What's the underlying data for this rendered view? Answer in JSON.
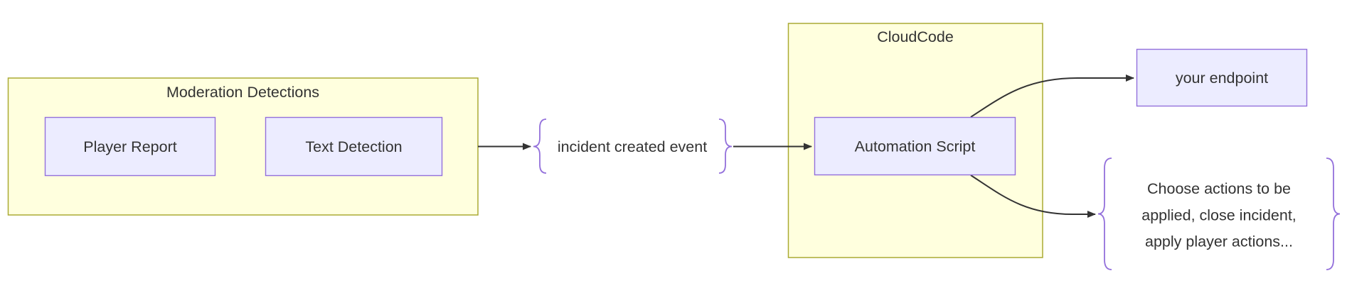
{
  "diagram": {
    "clusters": [
      {
        "id": "moderation-detections",
        "label": "Moderation Detections"
      },
      {
        "id": "cloudcode",
        "label": "CloudCode"
      }
    ],
    "nodes": [
      {
        "id": "player-report",
        "label": "Player Report"
      },
      {
        "id": "text-detection",
        "label": "Text Detection"
      },
      {
        "id": "automation-script",
        "label": "Automation Script"
      },
      {
        "id": "your-endpoint",
        "label": "your endpoint"
      }
    ],
    "braces": [
      {
        "id": "incident-created-event",
        "label": "incident created event"
      },
      {
        "id": "choose-actions",
        "lines": [
          "Choose actions to be",
          "applied, close incident,",
          "apply player actions..."
        ]
      }
    ],
    "edges": [
      {
        "id": "moderation-to-incident",
        "from": "moderation-detections",
        "to": "incident-created-event"
      },
      {
        "id": "incident-to-automation",
        "from": "incident-created-event",
        "to": "automation-script"
      },
      {
        "id": "automation-to-endpoint",
        "from": "automation-script",
        "to": "your-endpoint"
      },
      {
        "id": "automation-to-actions",
        "from": "automation-script",
        "to": "choose-actions"
      }
    ]
  },
  "colors": {
    "background": "#ffffff",
    "cluster-fill": "#ffffde",
    "cluster-border": "#aaaa33",
    "node-fill": "#ececff",
    "node-border": "#9370db",
    "edge": "#333333",
    "text": "#333333",
    "brace": "#9370db"
  }
}
